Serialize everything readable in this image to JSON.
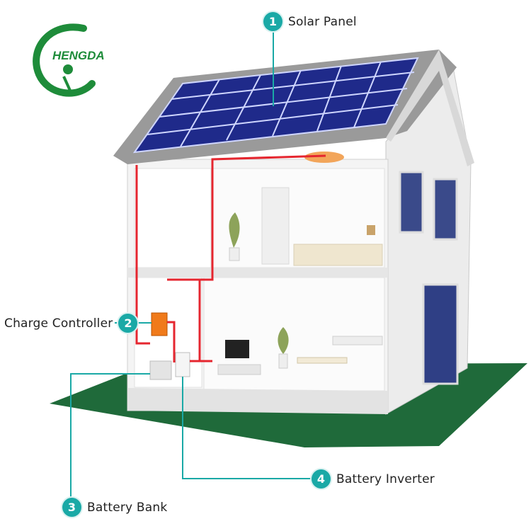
{
  "logo": {
    "text": "HENGDA"
  },
  "callouts": [
    {
      "number": "1",
      "label": "Solar Panel"
    },
    {
      "number": "2",
      "label": "Charge Controller"
    },
    {
      "number": "3",
      "label": "Battery Bank"
    },
    {
      "number": "4",
      "label": "Battery Inverter"
    }
  ],
  "colors": {
    "accent": "#1aa9a6",
    "wire": "#e5262f",
    "ground": "#1f6a3a",
    "panel": "#1f2a8a",
    "logo": "#1e8c3a"
  }
}
